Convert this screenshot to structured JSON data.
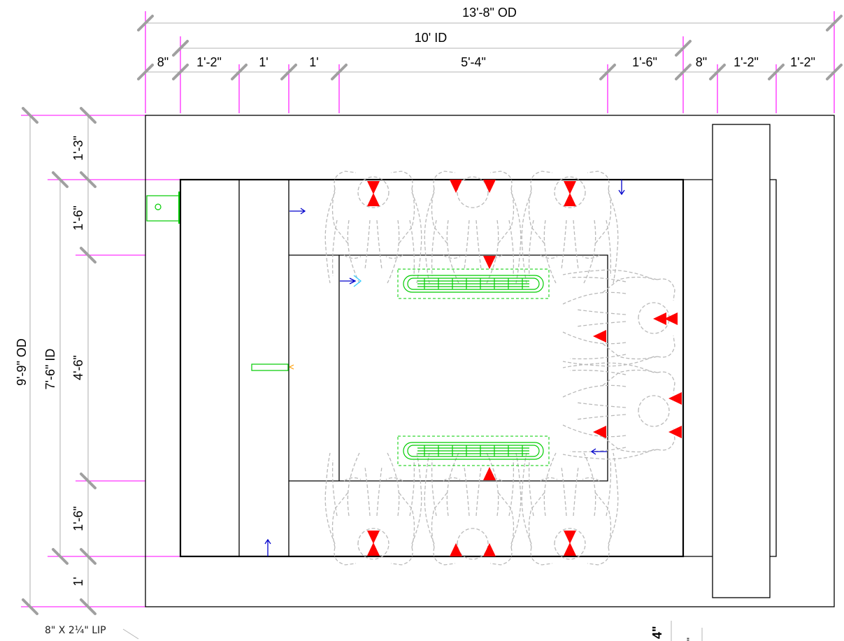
{
  "drawing": {
    "overall_width": "13'-8\" OD",
    "inner_width": "10' ID",
    "overall_height": "9'-9\" OD",
    "inner_height": "7'-6\" ID",
    "lip_note": "8\" X 2¼\" LIP",
    "top_dims": [
      "8\"",
      "1'-2\"",
      "1'",
      "1'",
      "5'-4\"",
      "1'-6\"",
      "8\"",
      "1'-2\"",
      "1'-2\""
    ],
    "left_dims": [
      "1'-3\"",
      "1'-6\"",
      "4'-6\"",
      "1'-6\"",
      "1'"
    ],
    "bottom_fragments": [
      "4\"",
      "\""
    ],
    "colors": {
      "extension": "#ff00ff",
      "dimension": "#b4b4b4",
      "arrow": "#ff0000",
      "fixture": "#00cc00",
      "flow": "#0000cc",
      "person": "#b9b9b9"
    },
    "seat_count": 8,
    "icons": [
      "seated-person-icon",
      "heater-element-icon",
      "light-fixture-icon",
      "flow-arrow-icon",
      "orientation-arrow-icon"
    ]
  }
}
